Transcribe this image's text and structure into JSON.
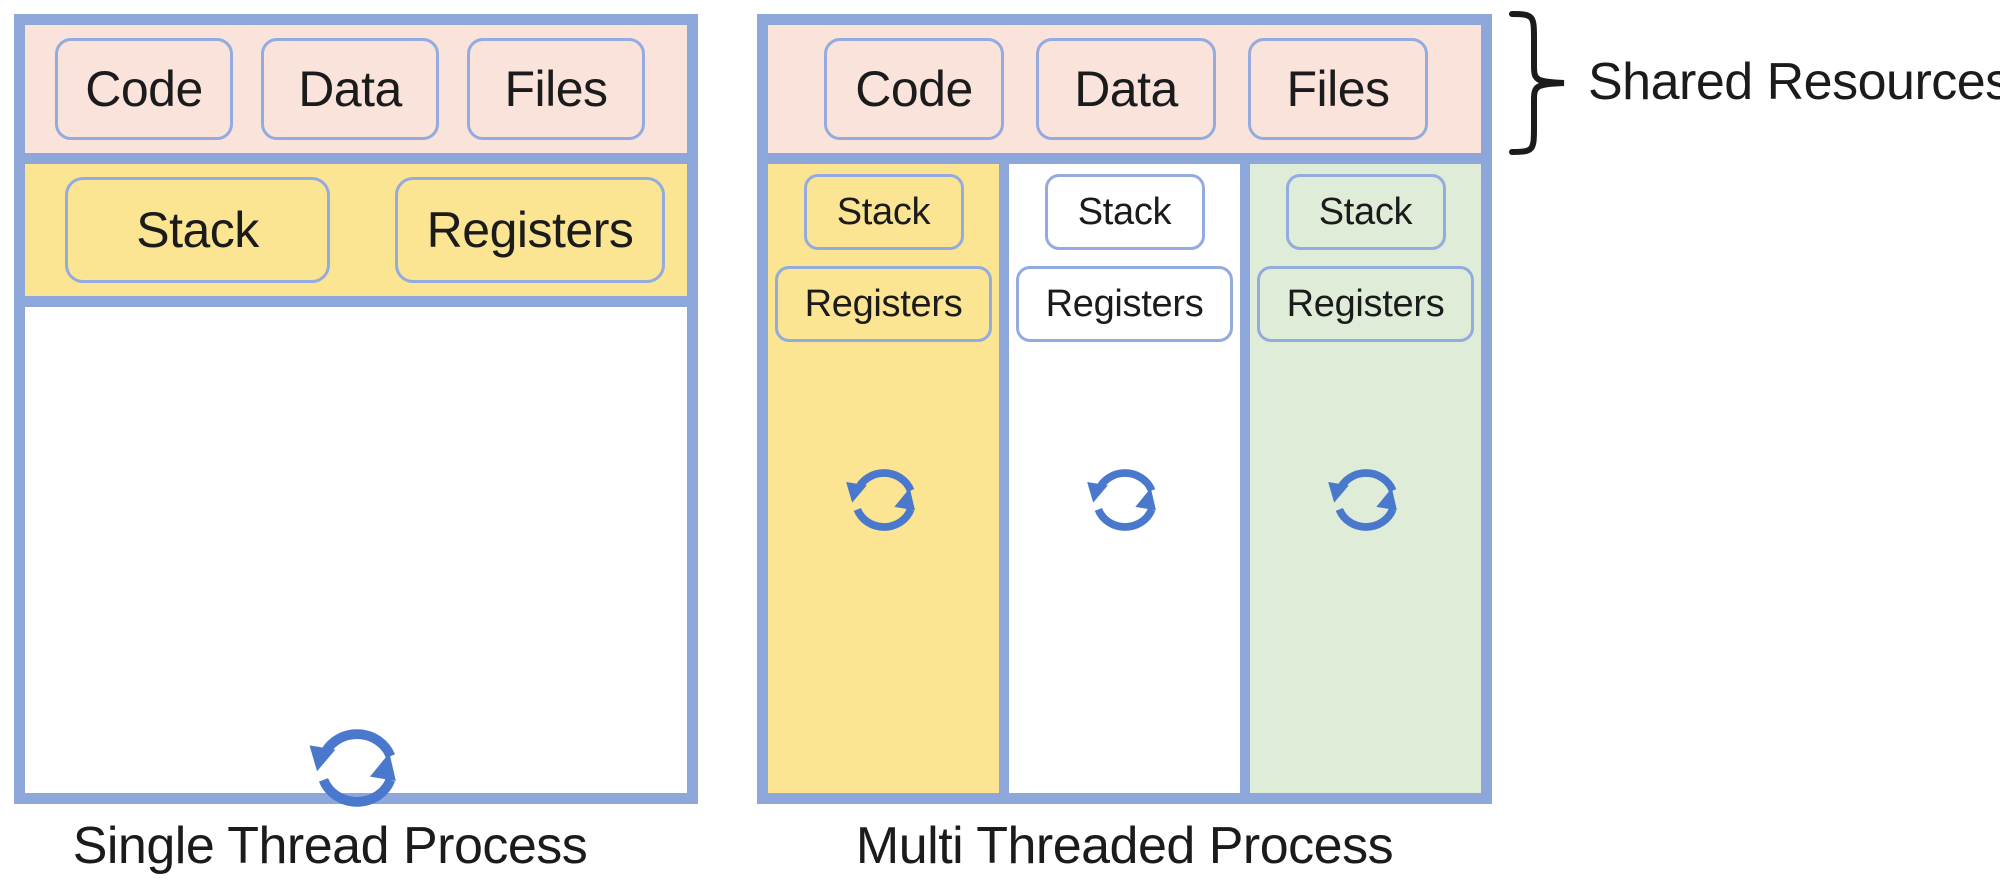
{
  "left_process": {
    "caption": "Single Thread Process",
    "shared_resources": [
      "Code",
      "Data",
      "Files"
    ],
    "thread_state": [
      "Stack",
      "Registers"
    ]
  },
  "right_process": {
    "caption": "Multi Threaded Process",
    "shared_resources": [
      "Code",
      "Data",
      "Files"
    ],
    "threads": [
      {
        "items": [
          "Stack",
          "Registers"
        ]
      },
      {
        "items": [
          "Stack",
          "Registers"
        ]
      },
      {
        "items": [
          "Stack",
          "Registers"
        ]
      }
    ]
  },
  "annotation": {
    "label": "Shared Resources"
  },
  "icons": {
    "thread": "circular-arrows",
    "annotation_brace": "right-curly-brace"
  },
  "colors": {
    "border_blue": "#8ea7db",
    "inner_border_blue": "#93abde",
    "shared_pink": "#f9e3da",
    "thread_yellow": "#fbe492",
    "thread_white": "#ffffff",
    "thread_green": "#dfecd8",
    "icon_blue": "#4978cc",
    "text": "#1b1b1b"
  }
}
